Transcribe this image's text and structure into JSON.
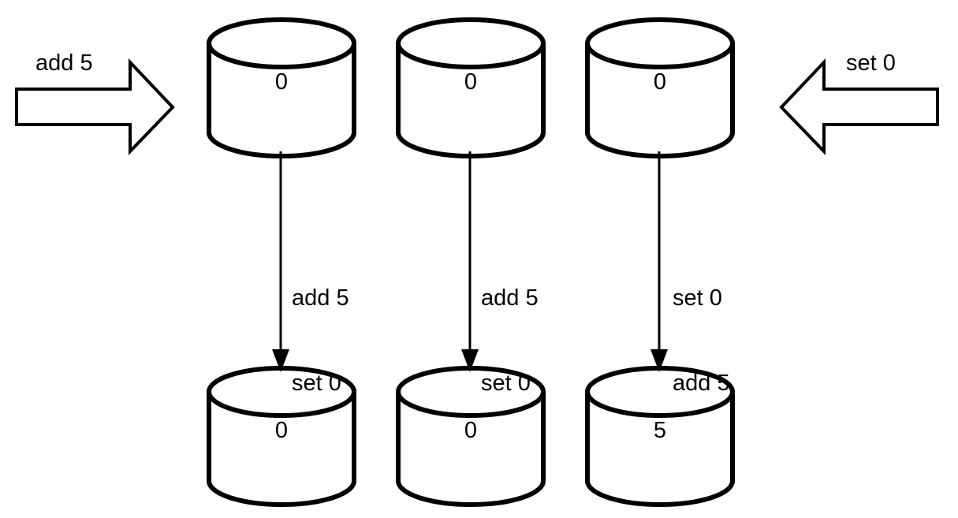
{
  "diagram": {
    "title": "Replica operation ordering diagram",
    "background_color": "#ffffff",
    "stroke_color": "#000000",
    "external_inputs": [
      {
        "id": "input-left",
        "label": "add 5",
        "direction": "right",
        "target_column": 1
      },
      {
        "id": "input-right",
        "label": "set 0",
        "direction": "left",
        "target_column": 3
      }
    ],
    "columns": [
      {
        "id": "column-1",
        "initial_value": "0",
        "operations": [
          "add 5",
          "set 0"
        ],
        "final_value": "0"
      },
      {
        "id": "column-2",
        "initial_value": "0",
        "operations": [
          "add 5",
          "set 0"
        ],
        "final_value": "0"
      },
      {
        "id": "column-3",
        "initial_value": "0",
        "operations": [
          "set 0",
          "add 5"
        ],
        "final_value": "5"
      }
    ],
    "icons": {
      "database": "database-cylinder-icon",
      "arrow_right": "block-arrow-right-icon",
      "arrow_left": "block-arrow-left-icon",
      "arrow_down": "arrow-down-icon"
    }
  }
}
